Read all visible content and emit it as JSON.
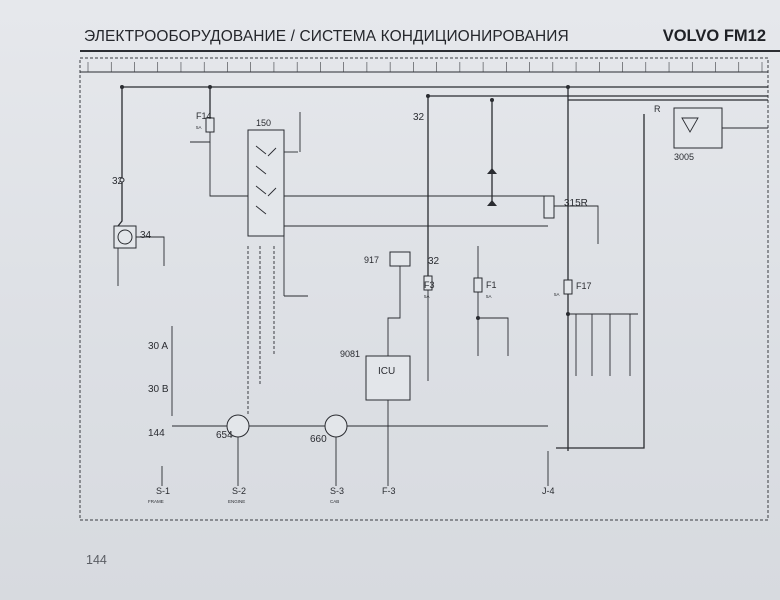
{
  "header": {
    "title": "ЭЛЕКТРООБОРУДОВАНИЕ / СИСТЕМА КОНДИЦИОНИРОВАНИЯ",
    "brand": "VOLVO FM12"
  },
  "page_number": "144",
  "diagram": {
    "bus_count": 30,
    "component_labels": {
      "f14": "F14",
      "f14_rating": "5A",
      "c150": "150",
      "c32a": "32",
      "c32b": "32",
      "c32c": "32",
      "c34": "34",
      "c315r": "315R",
      "c3005": "3005",
      "c30a": "30 A",
      "c30b": "30 B",
      "c144": "144",
      "c654": "654",
      "c660": "660",
      "c917": "917",
      "c9081": "9081",
      "icu": "ICU",
      "f3": "F3",
      "f3_rating": "5A",
      "f1": "F1",
      "f1_rating": "5A",
      "f17": "F17",
      "f17_rating": "5A",
      "relay_r": "R"
    },
    "ground_labels": {
      "g1": "S-1",
      "g1_sub": "FRAME",
      "g2": "S-2",
      "g2_sub": "ENGINE",
      "g3": "S-3",
      "g3_sub": "CAB",
      "g4": "F-3",
      "g5": "J-4"
    }
  }
}
